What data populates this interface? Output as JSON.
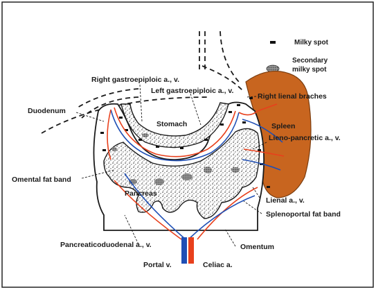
{
  "legend": {
    "milky_spot": "Milky spot",
    "secondary_line1": "Secondary",
    "secondary_line2": "milky spot"
  },
  "labels": {
    "right_gastroepiploic": "Right gastroepiploic a., v.",
    "left_gastroepiploic": "Left gastroepiploic a., v.",
    "right_lienal_branches": "Right lienal braches",
    "duodenum": "Duodenum",
    "stomach": "Stomach",
    "spleen": "Spleen",
    "lienopancreatic": "Lieno-pancretic a., v.",
    "omental_fat_band": "Omental fat band",
    "pancreas": "Pancreas",
    "lienal": "Lienal a., v.",
    "splenoportal_fat_band": "Splenoportal fat band",
    "pancreaticoduodenal": "Pancreaticoduodenal a., v.",
    "omentum": "Omentum",
    "portal": "Portal v.",
    "celiac": "Celiac a."
  },
  "colors": {
    "artery": "#e8401c",
    "vein": "#1f4fb5",
    "spleen": "#c8651f",
    "outline": "#1a1a1a"
  }
}
